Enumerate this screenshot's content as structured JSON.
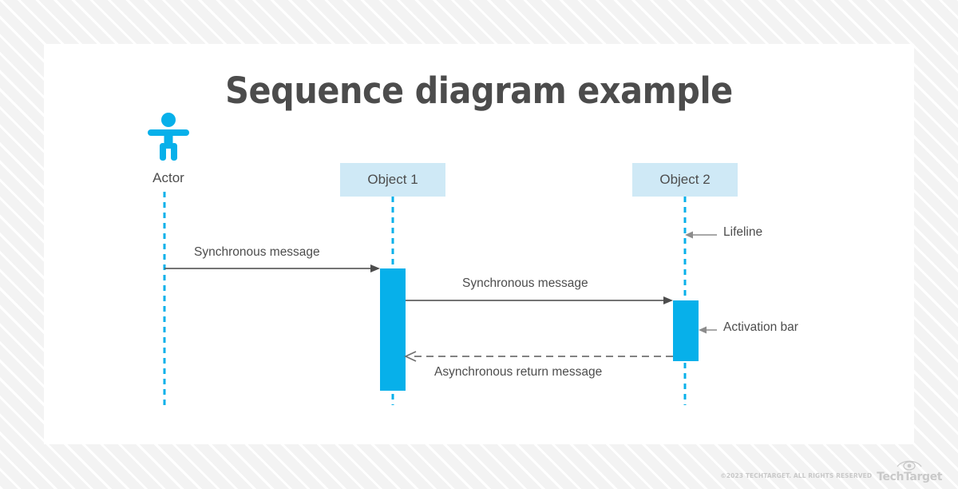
{
  "title": "Sequence diagram example",
  "participants": {
    "actor": {
      "label": "Actor",
      "icon": "actor-stick-figure-icon"
    },
    "object1": {
      "label": "Object 1"
    },
    "object2": {
      "label": "Object 2"
    }
  },
  "messages": [
    {
      "label": "Synchronous message",
      "type": "solid-arrow",
      "from": "actor",
      "to": "object1"
    },
    {
      "label": "Synchronous message",
      "type": "solid-arrow",
      "from": "object1",
      "to": "object2"
    },
    {
      "label": "Asynchronous return message",
      "type": "dashed-open-arrow",
      "from": "object2",
      "to": "object1"
    }
  ],
  "annotations": [
    {
      "label": "Lifeline",
      "points_to": "object2-lifeline"
    },
    {
      "label": "Activation bar",
      "points_to": "object2-activation-bar"
    }
  ],
  "footer": {
    "copyright": "©2023 TECHTARGET. ALL RIGHTS RESERVED",
    "wordmark": "TechTarget",
    "logo_icon": "eye-icon"
  },
  "colors": {
    "accent_cyan": "#07b0ea",
    "box_fill": "#cfe9f6",
    "text_gray": "#4d4d4d",
    "title_gray": "#4c4c4c",
    "arrow_gray": "#606060",
    "annotation_arrow_gray": "#8c8c8c",
    "footer_gray": "#c9c9c9",
    "card_bg": "#ffffff"
  }
}
